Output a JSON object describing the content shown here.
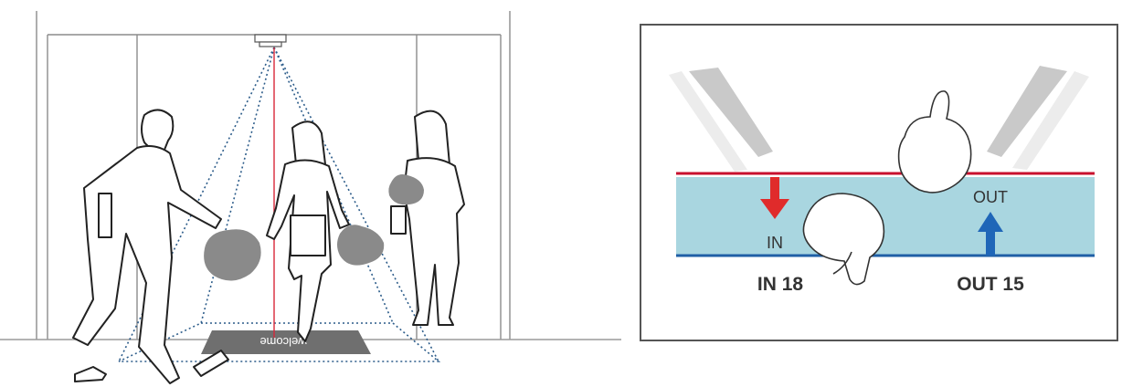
{
  "mat": {
    "text": "welcome"
  },
  "counter": {
    "zone_in_label": "IN",
    "zone_out_label": "OUT",
    "in_count_text": "IN 18",
    "out_count_text": "OUT 15"
  },
  "colors": {
    "in_line": "#c8102e",
    "out_line": "#1f5fa6",
    "zone_fill": "#a9d6e0",
    "in_arrow": "#e02b2b",
    "out_arrow": "#1f66b8",
    "sensor_beam": "#d8283a",
    "field_of_view": "#2c5c8a",
    "mat": "#6f6f6f",
    "privacy_blur": "#8a8a8a"
  }
}
